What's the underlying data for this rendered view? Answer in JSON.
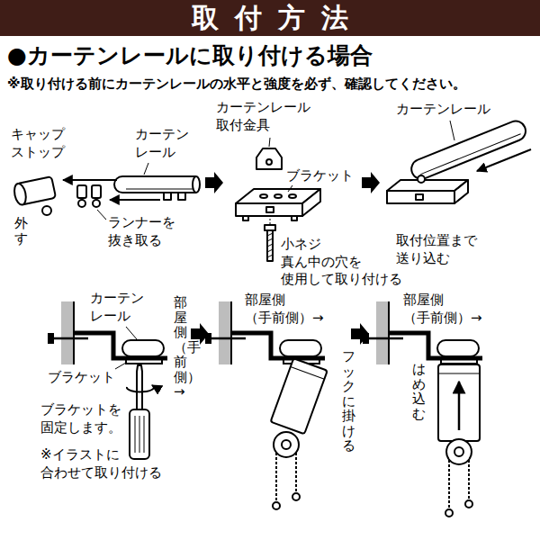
{
  "diagram": {
    "title": "取付方法",
    "labels": [
      "●カーテンレールに取り付ける場合",
      "※取り付ける前にカーテンレールの水平と強度を必ず、確認してください。",
      "キャップ ストップ",
      "カーテン レール",
      "外す",
      "ランナーを 抜き取る",
      "カーテンレール 取付金具",
      "ブラケット",
      "小ネジ 真ん中の穴を 使用して取り付ける",
      "カーテンレール",
      "取付位置まで 送り込む",
      "カーテン レール",
      "部屋側（手前側）→",
      "ブラケット",
      "ブラケットを 固定します。",
      "※イラストに 合わせて取り付ける",
      "部屋側 （手前側）→",
      "フックに掛ける",
      "部屋側 （手前側）→",
      "はめ込む"
    ]
  }
}
